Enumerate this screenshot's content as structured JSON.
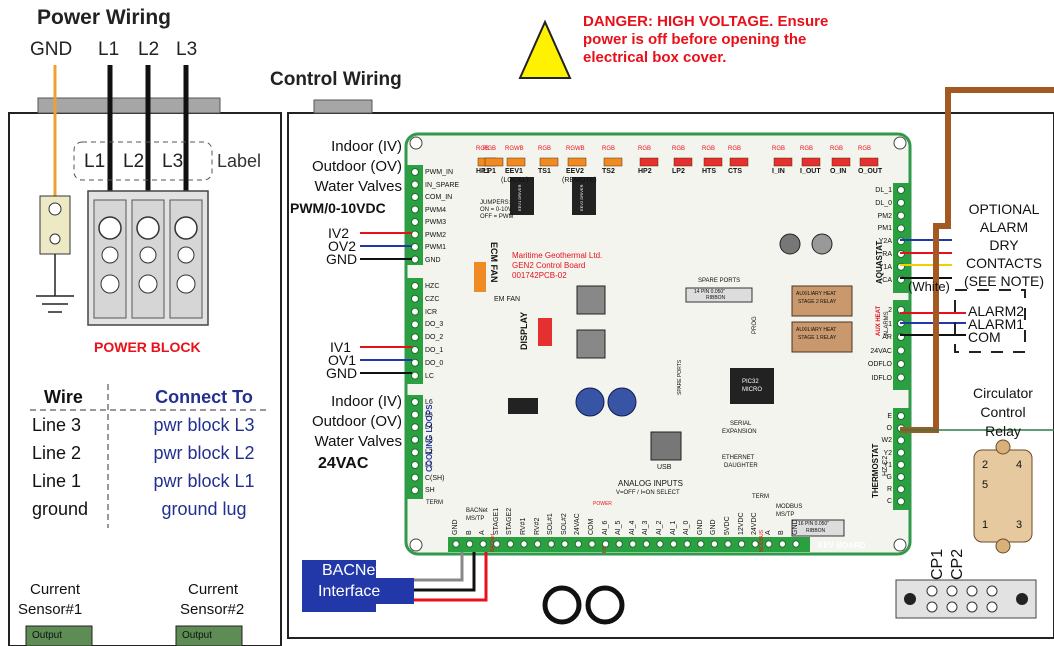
{
  "title_power": "Power Wiring",
  "title_control": "Control Wiring",
  "power_terminals": [
    "GND",
    "L1",
    "L2",
    "L3"
  ],
  "block_labels": [
    "L1",
    "L2",
    "L3"
  ],
  "label_tag": "Label",
  "power_block": "POWER BLOCK",
  "danger": [
    "DANGER:  HIGH VOLTAGE.   Ensure",
    "power is off before opening the",
    "electrical box cover."
  ],
  "wiring_table": {
    "headers": [
      "Wire",
      "Connect To"
    ],
    "rows": [
      [
        "Line  3",
        "pwr  block  L3"
      ],
      [
        "Line  2",
        "pwr  block  L2"
      ],
      [
        "Line  1",
        "pwr  block  L1"
      ],
      [
        "ground",
        "ground  lug"
      ]
    ]
  },
  "current_sensors": [
    {
      "name": "Current",
      "id": "Sensor#1",
      "output": "Output"
    },
    {
      "name": "Current",
      "id": "Sensor#2",
      "output": "Output"
    }
  ],
  "upper_valves": {
    "lines": [
      "Indoor (IV)",
      "Outdoor (OV)",
      "Water Valves"
    ],
    "signal": "PWM/0-10VDC",
    "wires": [
      "IV2",
      "OV2",
      "GND"
    ]
  },
  "lower_valves": {
    "wires": [
      "IV1",
      "OV1",
      "GND"
    ],
    "lines": [
      "Indoor (IV)",
      "Outdoor (OV)",
      "Water Valves"
    ],
    "signal": "24VAC"
  },
  "board": {
    "maker": "Maritime Geothermal Ltd.",
    "name": "GEN2 Control Board",
    "part": "001742PCB-02",
    "top_connectors": [
      {
        "rgb": "RGB",
        "name": "HP1",
        "sub": ""
      },
      {
        "rgb": "RGB",
        "name": "LP1",
        "sub": ""
      },
      {
        "rgb": "RGWB",
        "name": "EEV1",
        "sub": "(LOCAL)"
      },
      {
        "rgb": "RGB",
        "name": "TS1",
        "sub": ""
      },
      {
        "rgb": "RGWB",
        "name": "EEV2",
        "sub": "(REMOTE)"
      },
      {
        "rgb": "RGB",
        "name": "TS2",
        "sub": ""
      },
      {
        "rgb": "RGB",
        "name": "HP2",
        "sub": ""
      },
      {
        "rgb": "RGB",
        "name": "LP2",
        "sub": ""
      },
      {
        "rgb": "RGB",
        "name": "HTS",
        "sub": ""
      },
      {
        "rgb": "RGB",
        "name": "CTS",
        "sub": ""
      },
      {
        "rgb": "RGB",
        "name": "I_IN",
        "sub": ""
      },
      {
        "rgb": "RGB",
        "name": "I_OUT",
        "sub": ""
      },
      {
        "rgb": "RGB",
        "name": "O_IN",
        "sub": ""
      },
      {
        "rgb": "RGB",
        "name": "O_OUT",
        "sub": ""
      }
    ],
    "left_upper_pins": [
      "PWM_IN",
      "IN_SPARE",
      "COM_IN",
      "PWM4",
      "PWM3",
      "PWM2",
      "PWM1",
      "GND"
    ],
    "left_mid_pins": [
      "HZC",
      "CZC",
      "ICR",
      "DO_3",
      "DO_2",
      "DO_1",
      "DO_0",
      "LC"
    ],
    "left_lower_pins": [
      "L6",
      "L5",
      "L4",
      "L3",
      "L2",
      "L1",
      "C(SH)",
      "SH"
    ],
    "right_upper_pins": [
      "DL_1",
      "DL_0",
      "PM2",
      "PM1",
      "Y2A",
      "RA",
      "Y1A",
      "CA"
    ],
    "right_mid_pins": [
      "2",
      "1",
      "AR",
      "24VAC",
      "ODFLO",
      "IDFLO"
    ],
    "right_lower_pins": [
      "E",
      "O",
      "W2",
      "Y2",
      "Y1",
      "G",
      "R",
      "C"
    ],
    "bottom_pins": [
      "GND",
      "B",
      "A",
      "STAGE1",
      "STAGE2",
      "RV#1",
      "RV#2",
      "SOL#1",
      "SOL#2",
      "24VAC",
      "COM",
      "AI_6",
      "AI_5",
      "AI_4",
      "AI_3",
      "AI_2",
      "AI_1",
      "AI_0",
      "GND",
      "GND",
      "5VDC",
      "12VDC",
      "24VDC",
      "A",
      "B",
      "GND"
    ],
    "jumpers": [
      "JUMPERS:",
      "ON = 0-10V",
      "OFF = PWM"
    ],
    "ecm_fan": "ECM FAN",
    "em_fan": "EM FAN",
    "display": "DISPLAY",
    "cooling_loops": "COOLING LOOPS",
    "aquastat": "AQUASTAT",
    "thermostat": "THERMOSTAT",
    "aux_heat": "AUX HEAT",
    "alarms": "ALARMS",
    "hz_c2": "HZ C2",
    "spare_ports": [
      "SPARE PORTS",
      "14 PIN 0.050\"",
      "RIBBON"
    ],
    "spare_ports_small": "SPARE PORTS",
    "aux_relay2": [
      "AUXILIARY HEAT",
      "STAGE 2 RELAY"
    ],
    "aux_relay1": [
      "AUXILIARY HEAT",
      "STAGE 1 RELAY"
    ],
    "prog": "PROG",
    "pic": [
      "PIC32",
      "MICRO"
    ],
    "serial": [
      "SERIAL",
      "EXPANSION"
    ],
    "usb": "USB",
    "ethernet": [
      "ETHERNET",
      "DAUGHTER"
    ],
    "analog": "ANALOG INPUTS",
    "analog_sub": "V=OFF / I=ON SELECT",
    "term": "TERM",
    "term2": "TERM",
    "bacnet_small": [
      "BACNet",
      "MS/TP"
    ],
    "modbus": [
      "MODBUS",
      "MS/TP"
    ],
    "bacnet_v": "BACNet",
    "power_small": "POWER",
    "hs": "HS",
    "modbus_v": "MODBUS",
    "ribbon16": [
      "16 PIN 0.050\"",
      "RIBBON"
    ],
    "eev_board": "EEV BOARD",
    "eev1_drv": "EEV1 DRIVER",
    "eev2_drv": "EEV2 DRIVER"
  },
  "white": "(White)",
  "alarm_notes": [
    "OPTIONAL",
    "ALARM",
    "DRY",
    "CONTACTS",
    "(SEE NOTE)"
  ],
  "alarm_wires": [
    "ALARM2",
    "ALARM1",
    "COM"
  ],
  "relay": [
    "Circulator",
    "Control",
    "Relay"
  ],
  "relay_pins": [
    "2",
    "4",
    "5",
    "1",
    "3"
  ],
  "bacnet_interface": [
    "BACNet",
    "Interface"
  ],
  "cp_labels": [
    "CP1",
    "CP2"
  ],
  "colors": {
    "red": "#e8101a",
    "blue": "#2238a8",
    "board": "#f4f4ee",
    "board_border": "#2e9a4a",
    "terminal_green": "#2aa040",
    "brown": "#a35a22",
    "gray": "#a6a6a6"
  }
}
